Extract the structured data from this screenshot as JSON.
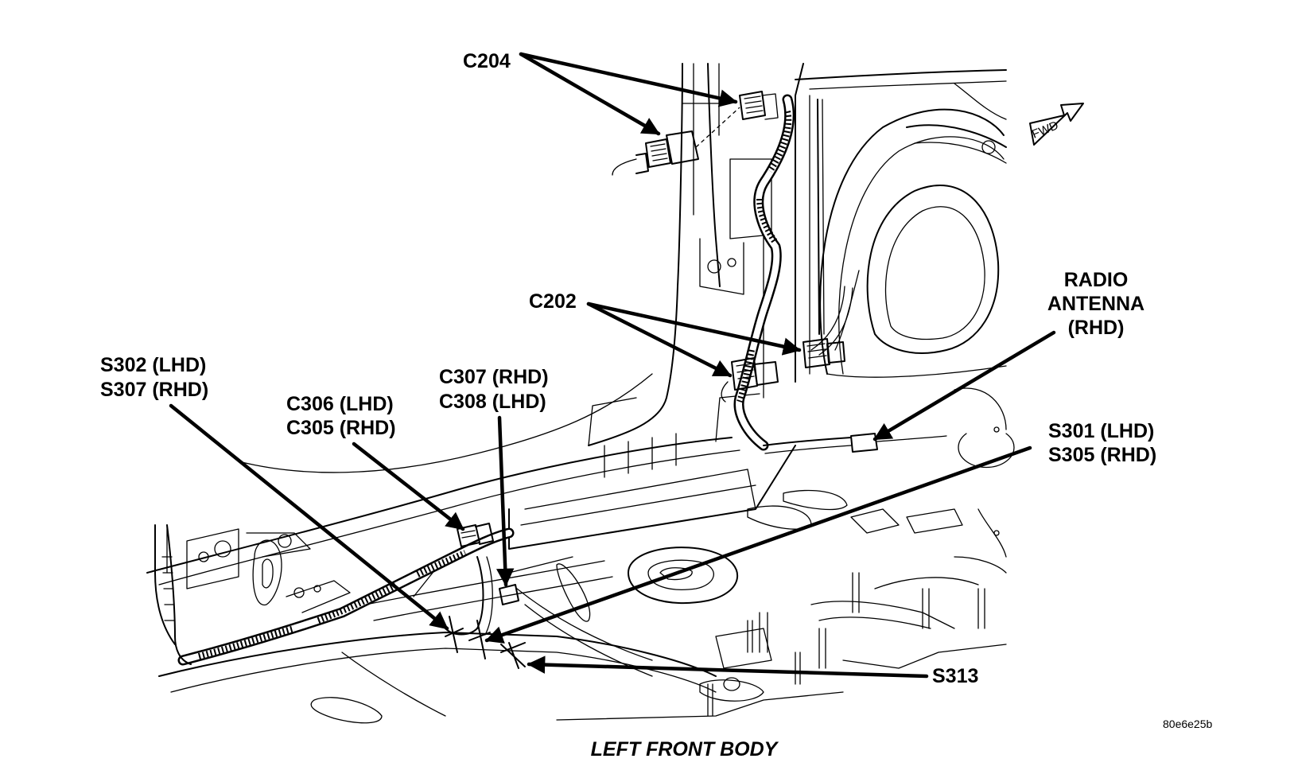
{
  "labels": {
    "c204": "C204",
    "c202": "C202",
    "radio_antenna": [
      "RADIO",
      "ANTENNA",
      "(RHD)"
    ],
    "s302_s307": [
      "S302 (LHD)",
      "S307 (RHD)"
    ],
    "c306_c305": [
      "C306 (LHD)",
      "C305 (RHD)"
    ],
    "c307_c308": [
      "C307 (RHD)",
      "C308 (LHD)"
    ],
    "s301_s305": [
      "S301 (LHD)",
      "S305 (RHD)"
    ],
    "s313": "S313"
  },
  "fwd_indicator": "FWD",
  "caption": "LEFT FRONT BODY",
  "figure_code": "80e6e25b",
  "colors": {
    "ink": "#000000",
    "background": "#ffffff"
  }
}
